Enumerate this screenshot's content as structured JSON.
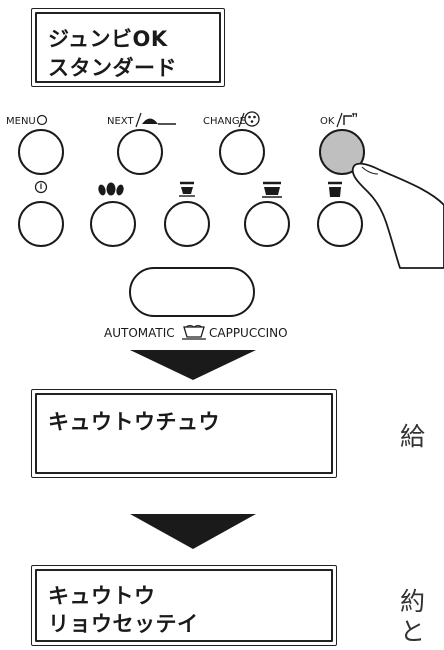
{
  "displays": [
    {
      "lines": [
        "ジュンビOK",
        "スタンダード"
      ]
    },
    {
      "lines": [
        "キュウトウチュウ"
      ]
    },
    {
      "lines": [
        "キュウトウ",
        "リョウセッテイ"
      ]
    }
  ],
  "panel": {
    "labels": {
      "menu": "MENU",
      "next": "NEXT",
      "change": "CHANGE",
      "ok": "OK"
    },
    "automatic": "AUTOMATIC",
    "cappuccino": "CAPPUCCINO"
  },
  "notes": {
    "note1": "給",
    "note2_line1": "約",
    "note2_line2": "と"
  },
  "icons": [
    "circle-icon",
    "milk-frother-icon",
    "bean-selector-icon",
    "hot-water-icon",
    "power-icon",
    "coffee-beans-icon",
    "espresso-cup-icon",
    "coffee-cup-icon",
    "mug-icon",
    "cappuccino-cup-icon",
    "pressing-hand-icon",
    "down-arrow-icon"
  ]
}
